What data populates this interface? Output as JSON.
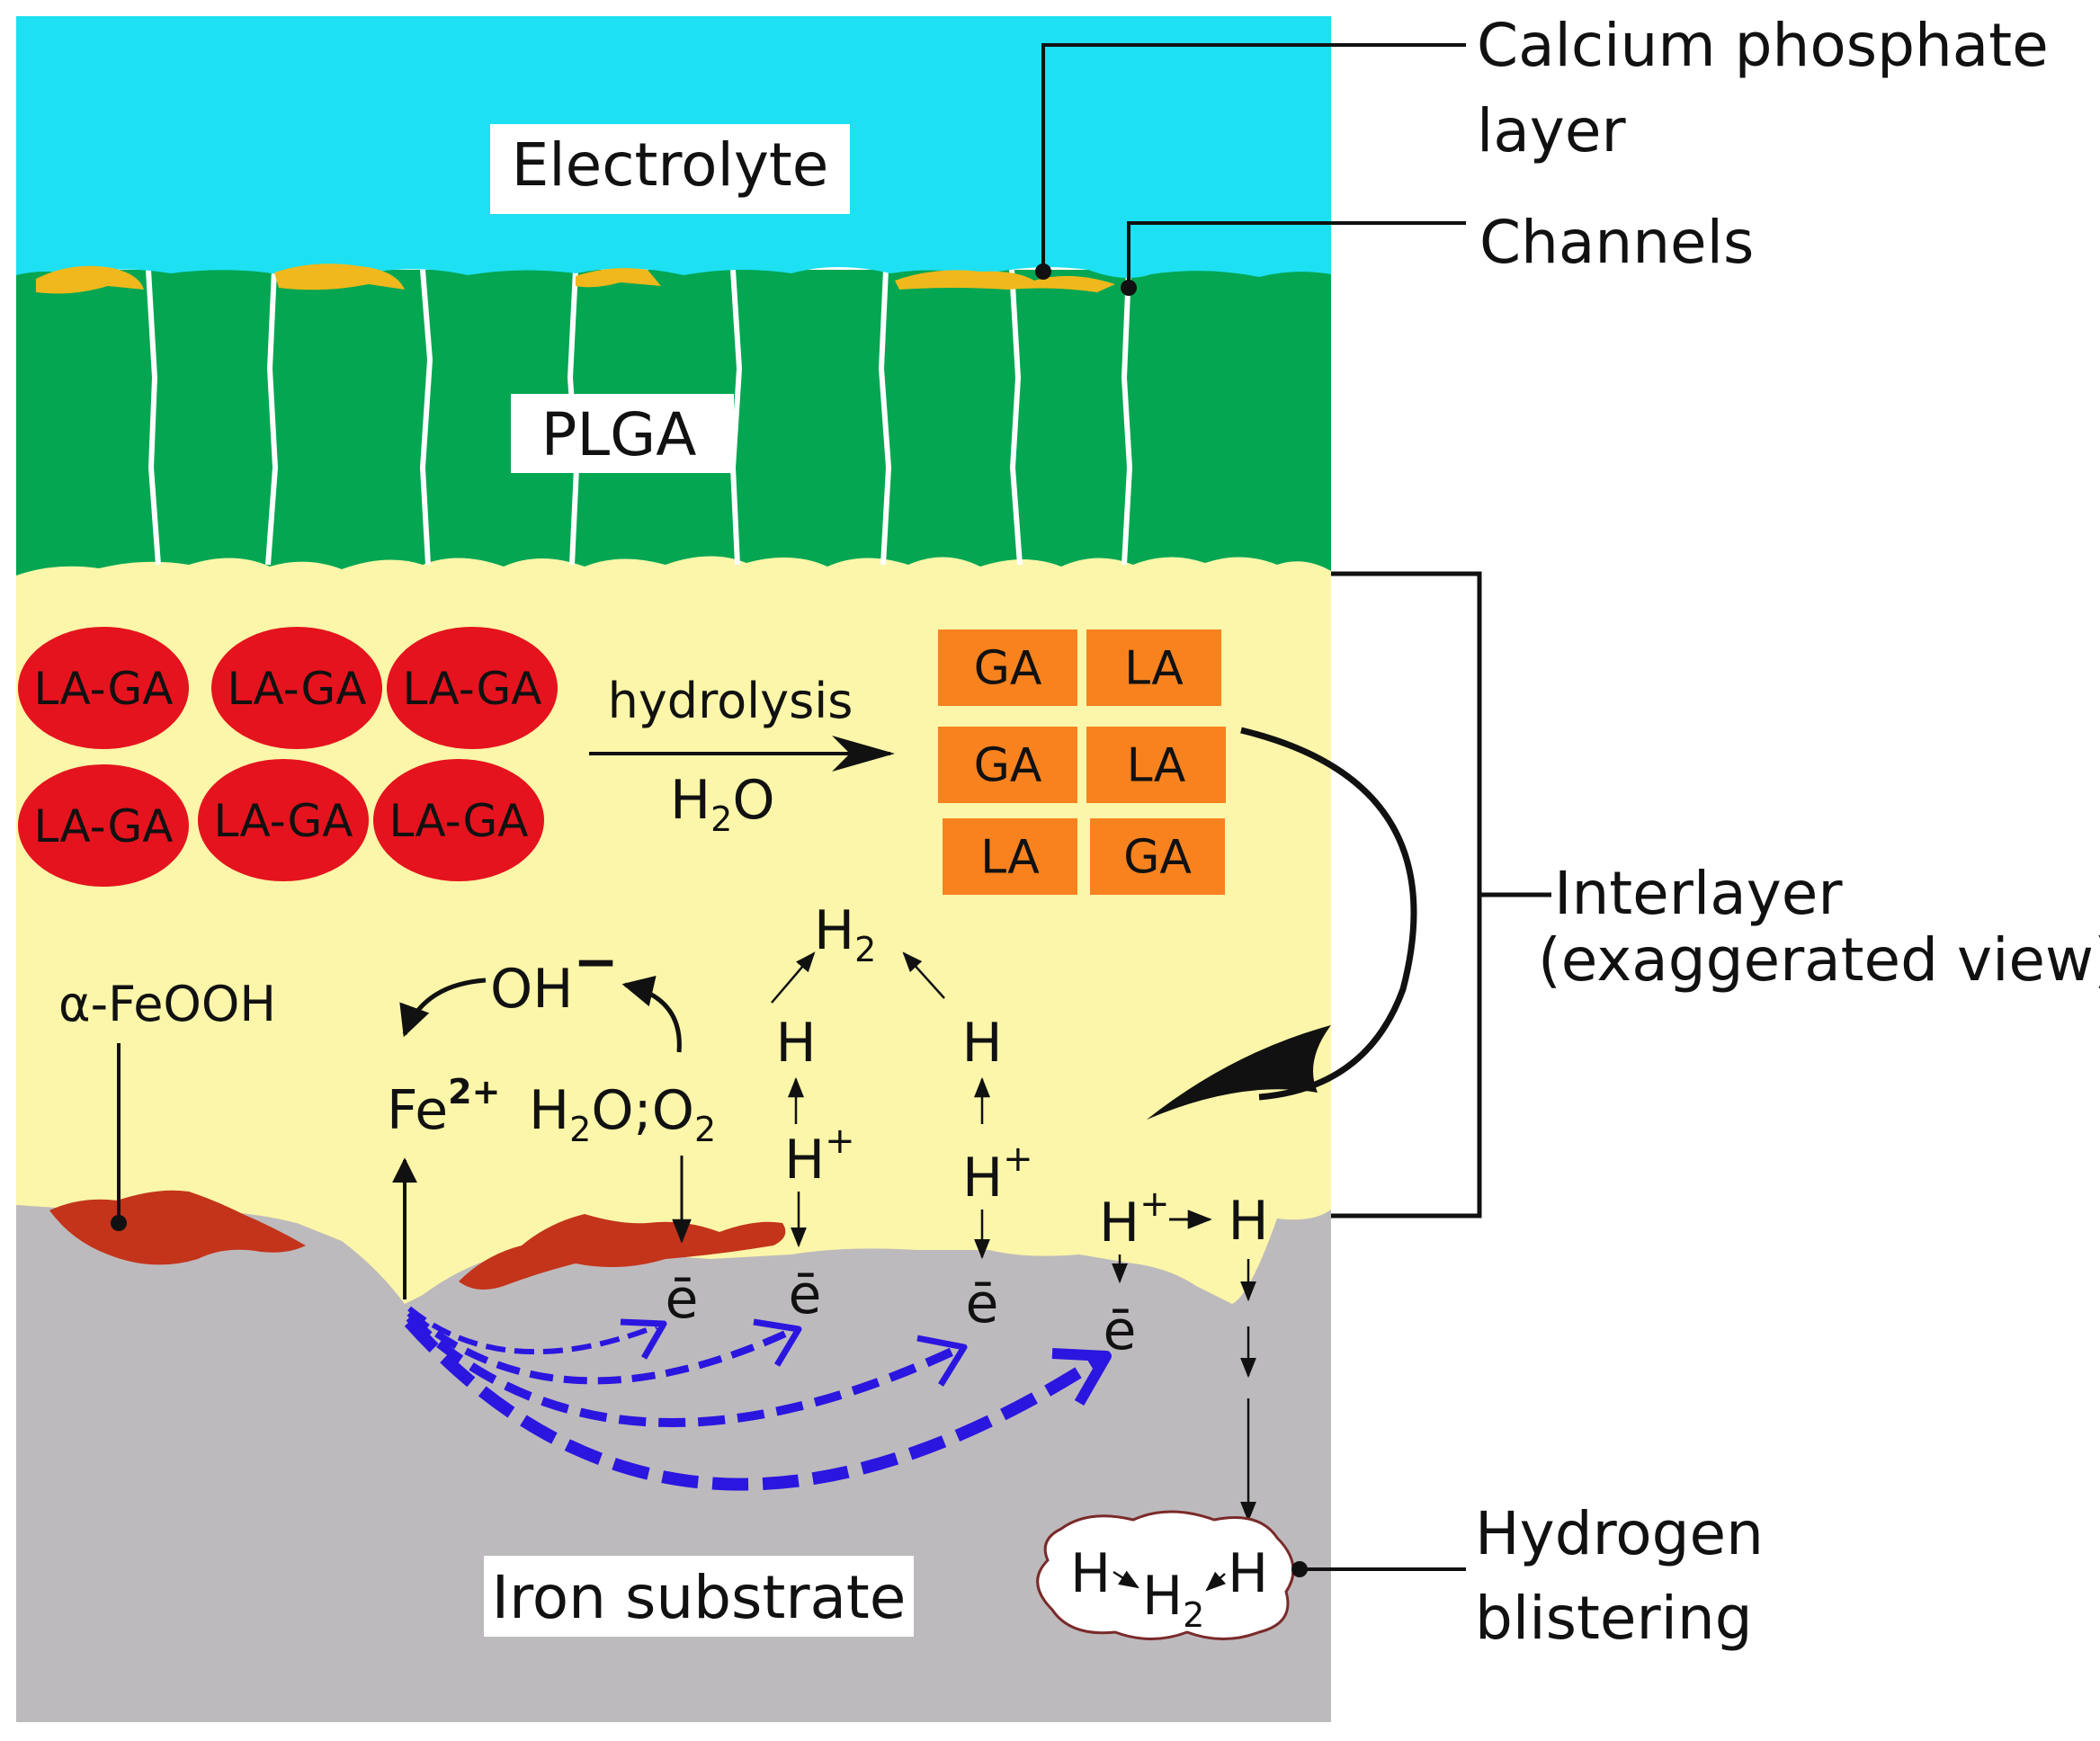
{
  "colors": {
    "electrolyte": "#1DE0F2",
    "plga": "#04A652",
    "interlayer": "#FBF6A9",
    "iron": "#BDBABD",
    "calcium_phosphate": "#F0B81C",
    "feooh": "#C3341B",
    "la_ga": "#E5131E",
    "product_box": "#F8821E",
    "electron_path": "#2B16E0"
  },
  "layers": {
    "electrolyte": "Electrolyte",
    "plga": "PLGA",
    "iron": "Iron substrate"
  },
  "callouts": {
    "calcium_phosphate": [
      "Calcium phosphate",
      "layer"
    ],
    "channels": "Channels",
    "interlayer": [
      "Interlayer",
      "(exaggerated view)"
    ],
    "hydrogen_blistering": [
      "Hydrogen",
      "blistering"
    ]
  },
  "hydrolysis": {
    "reactant": "LA-GA",
    "reactant_count": 6,
    "arrow_top": "hydrolysis",
    "arrow_bottom": {
      "main": "H",
      "sub": "2",
      "tail": "O"
    },
    "products": [
      "GA",
      "LA",
      "GA",
      "LA",
      "LA",
      "GA"
    ]
  },
  "chemistry": {
    "feooh": "α-FeOOH",
    "fe": {
      "main": "Fe",
      "sup": "2+"
    },
    "oh": {
      "main": "OH",
      "sup": "−"
    },
    "h2o_o2": {
      "a": "H",
      "sub1": "2",
      "b": "O;O",
      "sub2": "2"
    },
    "h2": {
      "main": "H",
      "sub": "2"
    },
    "h": "H",
    "h_plus": {
      "main": "H",
      "sup": "+"
    },
    "electron": "ē",
    "blister": {
      "h_left": "H",
      "h2": "H",
      "sub": "2",
      "h_right": "H"
    }
  }
}
